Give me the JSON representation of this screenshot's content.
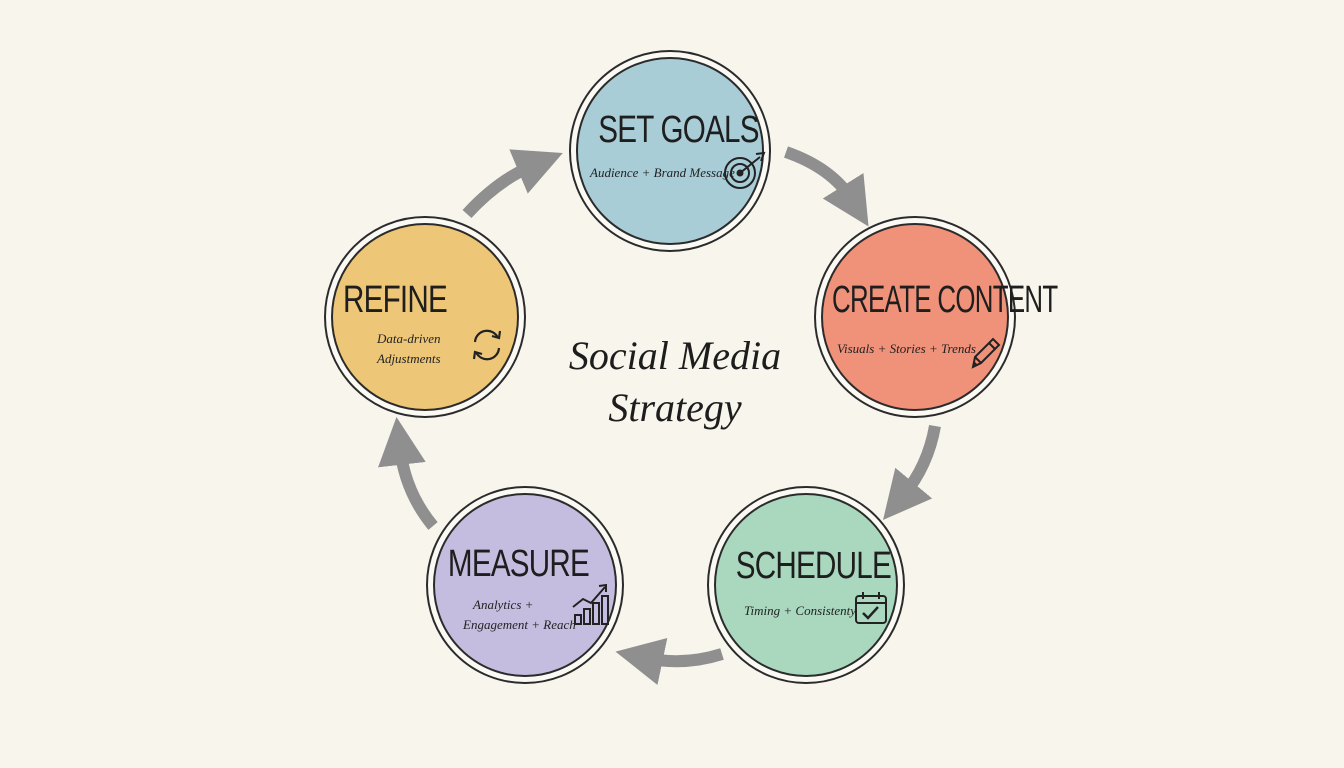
{
  "title": "Social Media Strategy",
  "nodes": {
    "set_goals": {
      "title": "SET GOALS",
      "subtitle": "Audience + Brand Message",
      "color": "#a9cdd7",
      "icon": "target-icon"
    },
    "create_content": {
      "title": "CREATE CONTENT",
      "subtitle": "Visuals + Stories + Trends",
      "color": "#f0917a",
      "icon": "pencil-icon"
    },
    "schedule": {
      "title": "SCHEDULE",
      "subtitle": "Timing + Consistenty",
      "color": "#a9d8bf",
      "icon": "calendar-check-icon"
    },
    "measure": {
      "title": "MEASURE",
      "subtitle_line1": "Analytics +",
      "subtitle_line2": "Engagement + Reach",
      "color": "#c5bde0",
      "icon": "growth-chart-icon"
    },
    "refine": {
      "title": "REFINE",
      "subtitle_line1": "Data-driven",
      "subtitle_line2": "Adjustments",
      "color": "#edc677",
      "icon": "refresh-cycle-icon"
    }
  },
  "arrow_color": "#8f8f8f"
}
